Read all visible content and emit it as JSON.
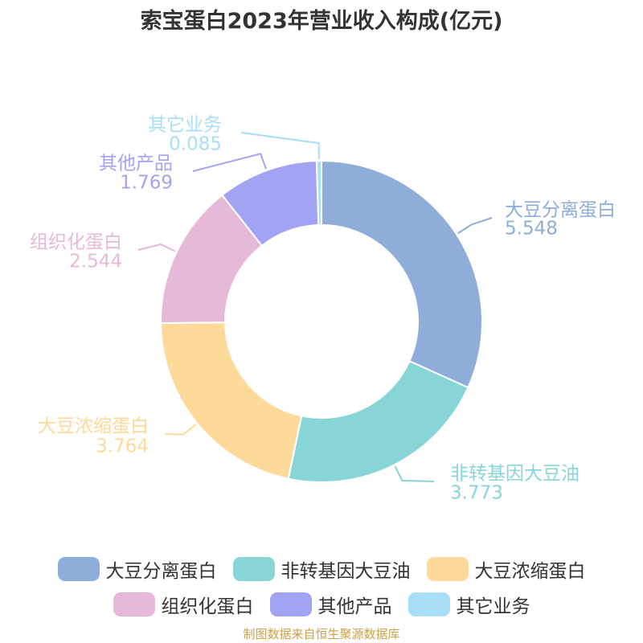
{
  "chart_data": {
    "type": "pie",
    "title": "索宝蛋白2023年营业收入构成(亿元)",
    "donut": true,
    "slices": [
      {
        "name": "大豆分离蛋白",
        "value": 5.548,
        "color": "#8eaed9"
      },
      {
        "name": "非转基因大豆油",
        "value": 3.773,
        "color": "#88d5d8"
      },
      {
        "name": "大豆浓缩蛋白",
        "value": 3.764,
        "color": "#fdd99a"
      },
      {
        "name": "组织化蛋白",
        "value": 2.544,
        "color": "#e7b9d8"
      },
      {
        "name": "其他产品",
        "value": 1.769,
        "color": "#a3a3f4"
      },
      {
        "name": "其它业务",
        "value": 0.085,
        "color": "#a8def6"
      }
    ],
    "legend_position": "bottom"
  },
  "footer": {
    "source": "制图数据来自恒生聚源数据库"
  }
}
